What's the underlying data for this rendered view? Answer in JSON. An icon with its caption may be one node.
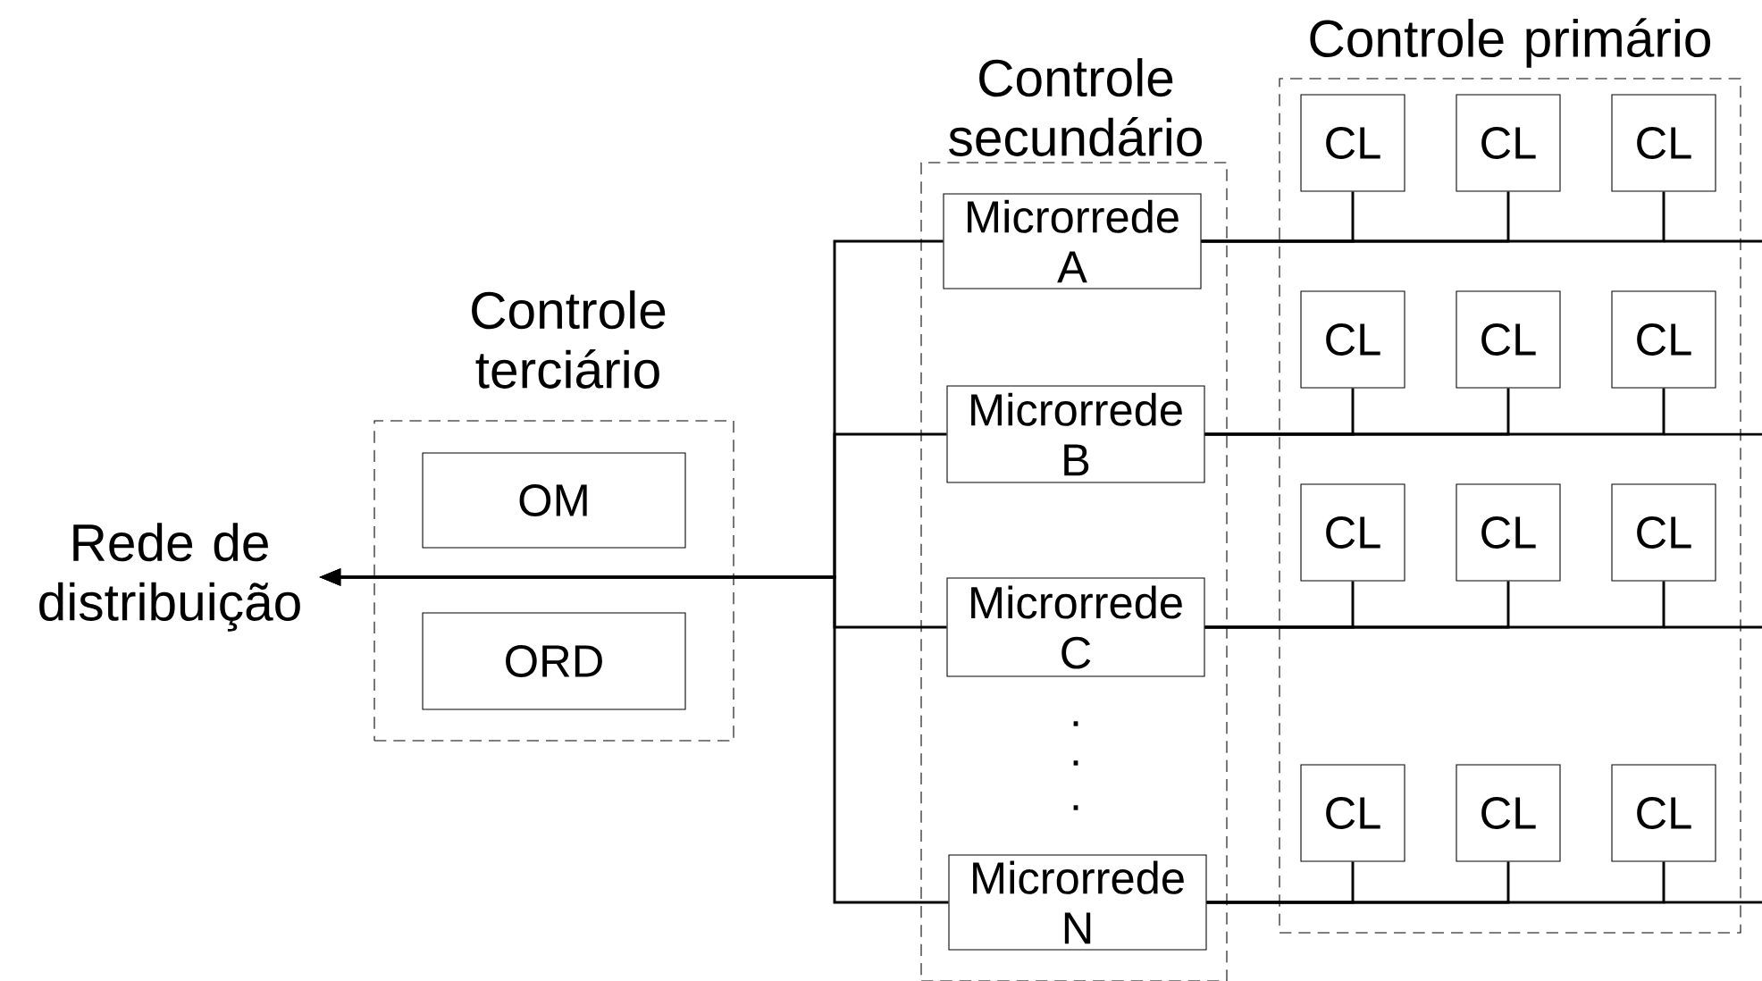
{
  "diagram": {
    "nodes": [
      {
        "text": [
          "Rede de distribuição"
        ]
      },
      {
        "text": [
          "Controle terciário"
        ]
      },
      {
        "text": [
          "OM"
        ],
        "in": 1
      },
      {
        "text": [
          "ORD"
        ],
        "in": 1
      },
      {
        "text": [
          "Controle secundário"
        ]
      },
      {
        "text": [
          "Microrrede A"
        ],
        "in": 4
      },
      {
        "text": [
          "Microrrede B"
        ],
        "in": 4
      },
      {
        "text": [
          "Microrrede C"
        ],
        "in": 4
      },
      {
        "text": [
          "Microrrede N"
        ],
        "in": 4
      },
      {
        "text": [
          "Controle primário"
        ]
      },
      {
        "text": [
          "CL"
        ],
        "in": 9
      },
      {
        "text": [
          "CL"
        ],
        "in": 9
      },
      {
        "text": [
          "CL"
        ],
        "in": 9
      },
      {
        "text": [
          "CL"
        ],
        "in": 9
      },
      {
        "text": [
          "CL"
        ],
        "in": 9
      },
      {
        "text": [
          "CL"
        ],
        "in": 9
      },
      {
        "text": [
          "CL"
        ],
        "in": 9
      },
      {
        "text": [
          "CL"
        ],
        "in": 9
      },
      {
        "text": [
          "CL"
        ],
        "in": 9
      },
      {
        "text": [
          "CL"
        ],
        "in": 9
      },
      {
        "text": [
          "CL"
        ],
        "in": 9
      },
      {
        "text": [
          "CL"
        ],
        "in": 9
      }
    ],
    "edges": [
      {
        "from": 5,
        "to": 0,
        "arrow": "to"
      },
      {
        "from": 6,
        "to": 0,
        "arrow": "to"
      },
      {
        "from": 7,
        "to": 0,
        "arrow": "to"
      },
      {
        "from": 8,
        "to": 0,
        "arrow": "to"
      },
      {
        "from": 10,
        "to": 5,
        "arrow": "none"
      },
      {
        "from": 11,
        "to": 5,
        "arrow": "none"
      },
      {
        "from": 12,
        "to": 5,
        "arrow": "none"
      },
      {
        "from": 13,
        "to": 6,
        "arrow": "none"
      },
      {
        "from": 14,
        "to": 6,
        "arrow": "none"
      },
      {
        "from": 15,
        "to": 6,
        "arrow": "none"
      },
      {
        "from": 16,
        "to": 7,
        "arrow": "none"
      },
      {
        "from": 17,
        "to": 7,
        "arrow": "none"
      },
      {
        "from": 18,
        "to": 7,
        "arrow": "none"
      },
      {
        "from": 19,
        "to": 8,
        "arrow": "none"
      },
      {
        "from": 20,
        "to": 8,
        "arrow": "none"
      },
      {
        "from": 21,
        "to": 8,
        "arrow": "none"
      }
    ],
    "labels": [
      ".",
      ".",
      "."
    ]
  }
}
